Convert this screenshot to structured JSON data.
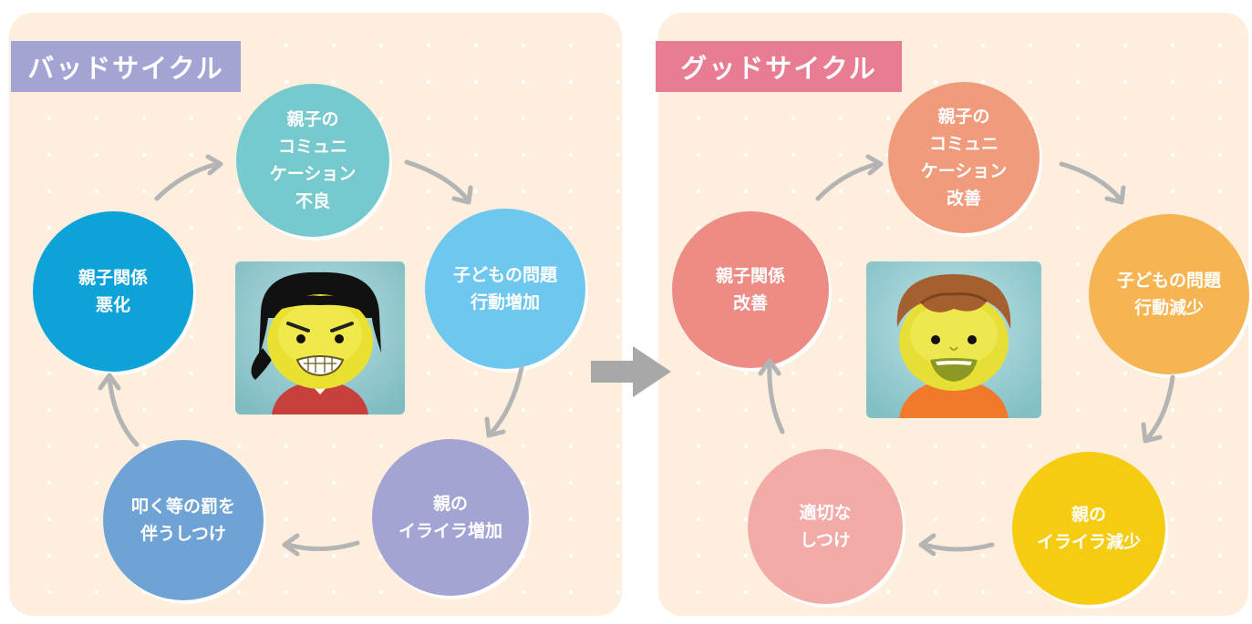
{
  "bad_cycle": {
    "title": "バッドサイクル",
    "title_color": "#a3a4d3",
    "nodes": [
      {
        "lines": [
          "親子の",
          "コミュニ",
          "ケーション",
          "不良"
        ],
        "color": "#76c9cc"
      },
      {
        "lines": [
          "子どもの問題",
          "行動増加"
        ],
        "color": "#6ec7ee"
      },
      {
        "lines": [
          "親の",
          "イライラ増加"
        ],
        "color": "#a3a4d3"
      },
      {
        "lines": [
          "叩く等の罰を",
          "伴うしつけ"
        ],
        "color": "#6fa3d6"
      },
      {
        "lines": [
          "親子関係",
          "悪化"
        ],
        "color": "#0ea3d8"
      }
    ],
    "portrait": {
      "expression": "angry-girl-icon"
    }
  },
  "good_cycle": {
    "title": "グッドサイクル",
    "title_color": "#e87c93",
    "nodes": [
      {
        "lines": [
          "親子の",
          "コミュニ",
          "ケーション",
          "改善"
        ],
        "color": "#f09b7b"
      },
      {
        "lines": [
          "子どもの問題",
          "行動減少"
        ],
        "color": "#f6b453"
      },
      {
        "lines": [
          "親の",
          "イライラ減少"
        ],
        "color": "#f6cc12"
      },
      {
        "lines": [
          "適切な",
          "しつけ"
        ],
        "color": "#f3aba7"
      },
      {
        "lines": [
          "親子関係",
          "改善"
        ],
        "color": "#ec8c85"
      }
    ],
    "portrait": {
      "expression": "smiling-boy-icon"
    }
  },
  "colors": {
    "panel_bg": "#fdeedd",
    "arrow": "#b4b4b4",
    "transition_arrow": "#a8a8a8"
  }
}
